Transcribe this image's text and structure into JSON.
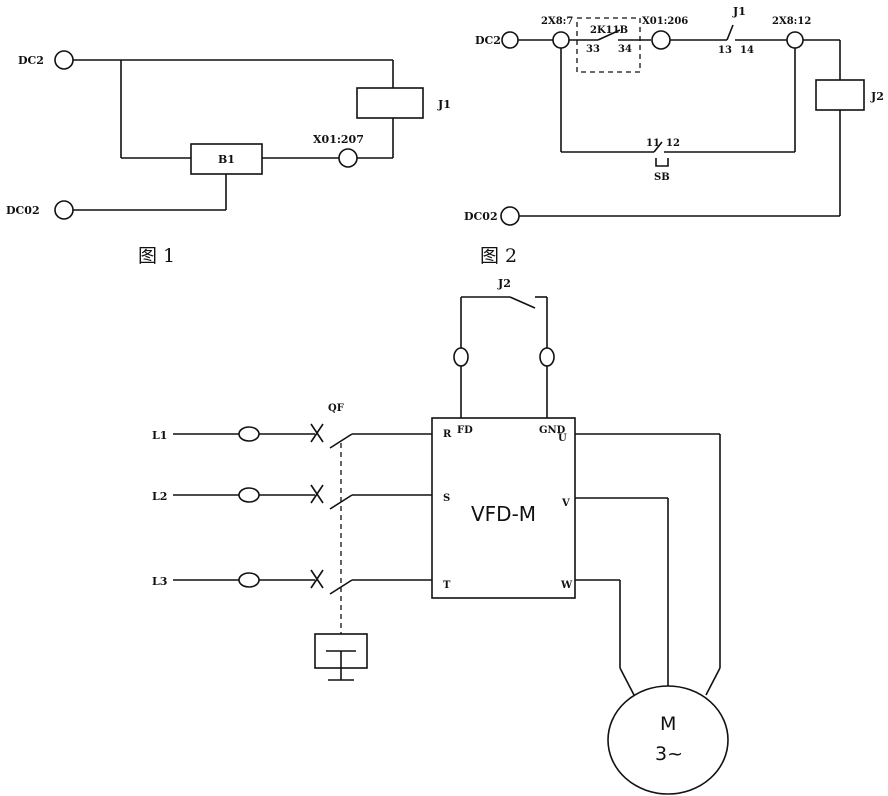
{
  "figure1": {
    "caption": "图 1",
    "dc2": "DC2",
    "dc02": "DC02",
    "relay": "J1",
    "block": "B1",
    "terminal": "X01:207"
  },
  "figure2": {
    "caption": "图 2",
    "dc2": "DC2",
    "dc02": "DC02",
    "term_left": "2X8:7",
    "switch_name": "2K11B",
    "switch_pin_a": "33",
    "switch_pin_b": "34",
    "term_mid": "X01:206",
    "contact_name": "J1",
    "contact_pin_a": "13",
    "contact_pin_b": "14",
    "term_right": "2X8:12",
    "relay": "J2",
    "button_name": "SB",
    "button_pin_a": "11",
    "button_pin_b": "12"
  },
  "figure3": {
    "contact": "J2",
    "breaker": "QF",
    "phases": [
      "L1",
      "L2",
      "L3"
    ],
    "vfd": {
      "name": "VFD-M",
      "inputs": [
        "R",
        "S",
        "T"
      ],
      "outputs": [
        "U",
        "V",
        "W"
      ],
      "ctrl_a": "FD",
      "ctrl_b": "GND"
    },
    "motor": {
      "line1": "M",
      "line2": "3~"
    }
  }
}
